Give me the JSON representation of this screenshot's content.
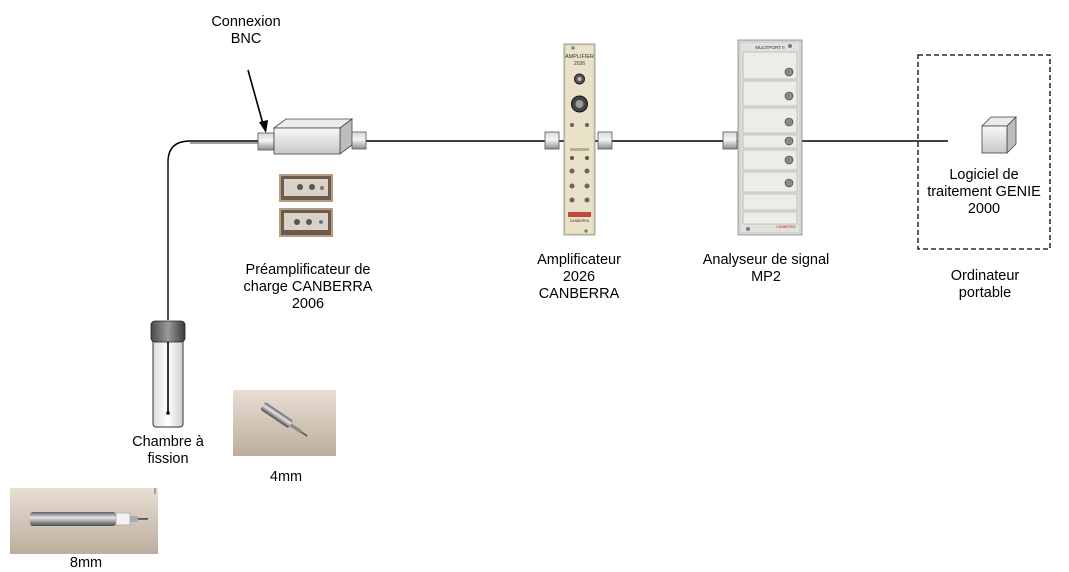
{
  "labels": {
    "connexion": [
      "Connexion",
      "BNC"
    ],
    "preamp": [
      "Préamplificateur de",
      "charge CANBERRA",
      "2006"
    ],
    "amp": [
      "Amplificateur",
      "2026",
      "CANBERRA"
    ],
    "analyseur": [
      "Analyseur de signal",
      "MP2"
    ],
    "logiciel": [
      "Logiciel de",
      "traitement GENIE",
      "2000"
    ],
    "ordinateur": [
      "Ordinateur",
      "portable"
    ],
    "chambre": [
      "Chambre à",
      "fission"
    ],
    "size_4mm": "4mm",
    "size_8mm": "8mm"
  },
  "device_text": {
    "amp_panel_brand": "AMPLIFIER",
    "amp_panel_model": "2026",
    "amp_panel_maker": "CANBERRA",
    "mp2_panel_title": "MULTIPORT II",
    "mp2_panel_maker": "CANBERRA"
  }
}
